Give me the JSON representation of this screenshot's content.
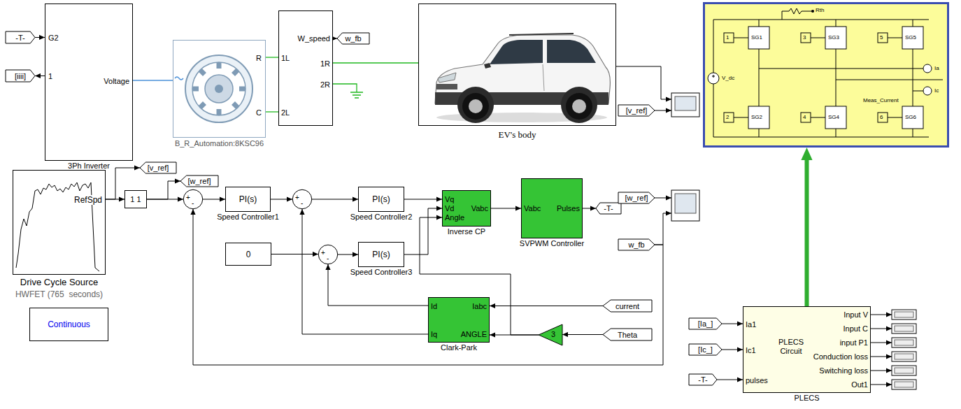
{
  "diagram": {
    "nodes": [
      {
        "text": [
          "-T-"
        ]
      },
      {
        "text": [
          "[iiii]"
        ]
      },
      {
        "text": [
          "G2",
          "1",
          "Voltage",
          "3Ph Inverter"
        ]
      },
      {
        "text": [
          "R",
          "C",
          "B_R_Automation:8KSC96"
        ]
      },
      {
        "text": [
          "W_speed",
          "1L",
          "1R",
          "2R",
          "2L"
        ]
      },
      {
        "text": [
          "w_fb"
        ]
      },
      {
        "text": [
          "EV's body"
        ]
      },
      {
        "text": [
          "[v_ref]"
        ]
      },
      {
        "text": [
          "Rth",
          "1",
          "SG1",
          "3",
          "SG3",
          "5",
          "SG5",
          "V_dc",
          "Meas_Current",
          "Ia",
          "Ic",
          "2",
          "SG2",
          "4",
          "SG4",
          "6",
          "SG6"
        ]
      },
      {
        "text": [
          "[v_ref]"
        ]
      },
      {
        "text": [
          "[w_ref]"
        ]
      },
      {
        "text": [
          "RefSpd",
          "Drive Cycle Source",
          "HWFET (765  seconds)"
        ]
      },
      {
        "text": [
          "1 1"
        ]
      },
      {
        "text": [
          "+",
          "-"
        ]
      },
      {
        "text": [
          "PI(s)",
          "Speed Controller1"
        ]
      },
      {
        "text": [
          "+",
          "-"
        ]
      },
      {
        "text": [
          "PI(s)",
          "Speed Controller2"
        ]
      },
      {
        "text": [
          "0"
        ]
      },
      {
        "text": [
          "+",
          "-"
        ]
      },
      {
        "text": [
          "PI(s)",
          "Speed Controller3"
        ]
      },
      {
        "text": [
          "Vq",
          "Vd",
          "Angle",
          "Vabc",
          "Inverse CP"
        ]
      },
      {
        "text": [
          "Vabc",
          "Pulses",
          "SVPWM Controller"
        ]
      },
      {
        "text": [
          "-T-"
        ]
      },
      {
        "text": [
          "[w_ref]"
        ]
      },
      {
        "text": [
          "w_fb"
        ]
      },
      {
        "text": [
          "Continuous"
        ]
      },
      {
        "text": [
          "Id",
          "Iabc",
          "Iq",
          "ANGLE",
          "Clark-Park"
        ]
      },
      {
        "text": [
          "current"
        ]
      },
      {
        "text": [
          "3"
        ]
      },
      {
        "text": [
          "Theta"
        ]
      },
      {
        "text": [
          "[Ia_]"
        ]
      },
      {
        "text": [
          "[Ic_]"
        ]
      },
      {
        "text": [
          "-T-"
        ]
      },
      {
        "text": [
          "Ia1",
          "Ic1",
          "pulses",
          "Input V",
          "Input C",
          "input P1",
          "Conduction loss",
          "Switching loss",
          "Out1",
          "PLECS Circuit",
          "PLECS"
        ]
      }
    ],
    "edges": [
      {
        "from": 0,
        "to": 2,
        "arrow": "to"
      },
      {
        "from": 2,
        "to": 1,
        "arrow": "to"
      },
      {
        "from": 2,
        "to": 3,
        "arrow": "none"
      },
      {
        "from": 3,
        "to": 4,
        "arrow": "none"
      },
      {
        "from": 3,
        "to": 4,
        "arrow": "none"
      },
      {
        "from": 4,
        "to": 5,
        "arrow": "to"
      },
      {
        "from": 4,
        "to": 6,
        "arrow": "none"
      },
      {
        "from": 11,
        "to": 12,
        "arrow": "to"
      },
      {
        "from": 11,
        "to": 9,
        "arrow": "to"
      },
      {
        "from": 12,
        "to": 13,
        "arrow": "to"
      },
      {
        "from": 12,
        "to": 10,
        "arrow": "to"
      },
      {
        "from": 13,
        "to": 14,
        "arrow": "to"
      },
      {
        "from": 14,
        "to": 15,
        "arrow": "to"
      },
      {
        "from": 15,
        "to": 16,
        "arrow": "to"
      },
      {
        "from": 16,
        "to": 20,
        "arrow": "to"
      },
      {
        "from": 17,
        "to": 18,
        "arrow": "to"
      },
      {
        "from": 18,
        "to": 19,
        "arrow": "to"
      },
      {
        "from": 19,
        "to": 20,
        "arrow": "to"
      },
      {
        "from": 20,
        "to": 21,
        "arrow": "to"
      },
      {
        "from": 21,
        "to": 22,
        "arrow": "to"
      },
      {
        "from": 26,
        "to": 18,
        "arrow": "to"
      },
      {
        "from": 26,
        "to": 15,
        "arrow": "to"
      },
      {
        "from": 27,
        "to": 26,
        "arrow": "to"
      },
      {
        "from": 29,
        "to": 28,
        "arrow": "to"
      },
      {
        "from": 28,
        "to": 26,
        "arrow": "to"
      },
      {
        "from": 28,
        "to": 20,
        "arrow": "to"
      },
      {
        "from": 24,
        "to": 13,
        "arrow": "to"
      },
      {
        "from": 30,
        "to": 33,
        "arrow": "to"
      },
      {
        "from": 31,
        "to": 33,
        "arrow": "to"
      },
      {
        "from": 32,
        "to": 33,
        "arrow": "to"
      },
      {
        "from": 33,
        "to": 8,
        "arrow": "to"
      }
    ]
  }
}
